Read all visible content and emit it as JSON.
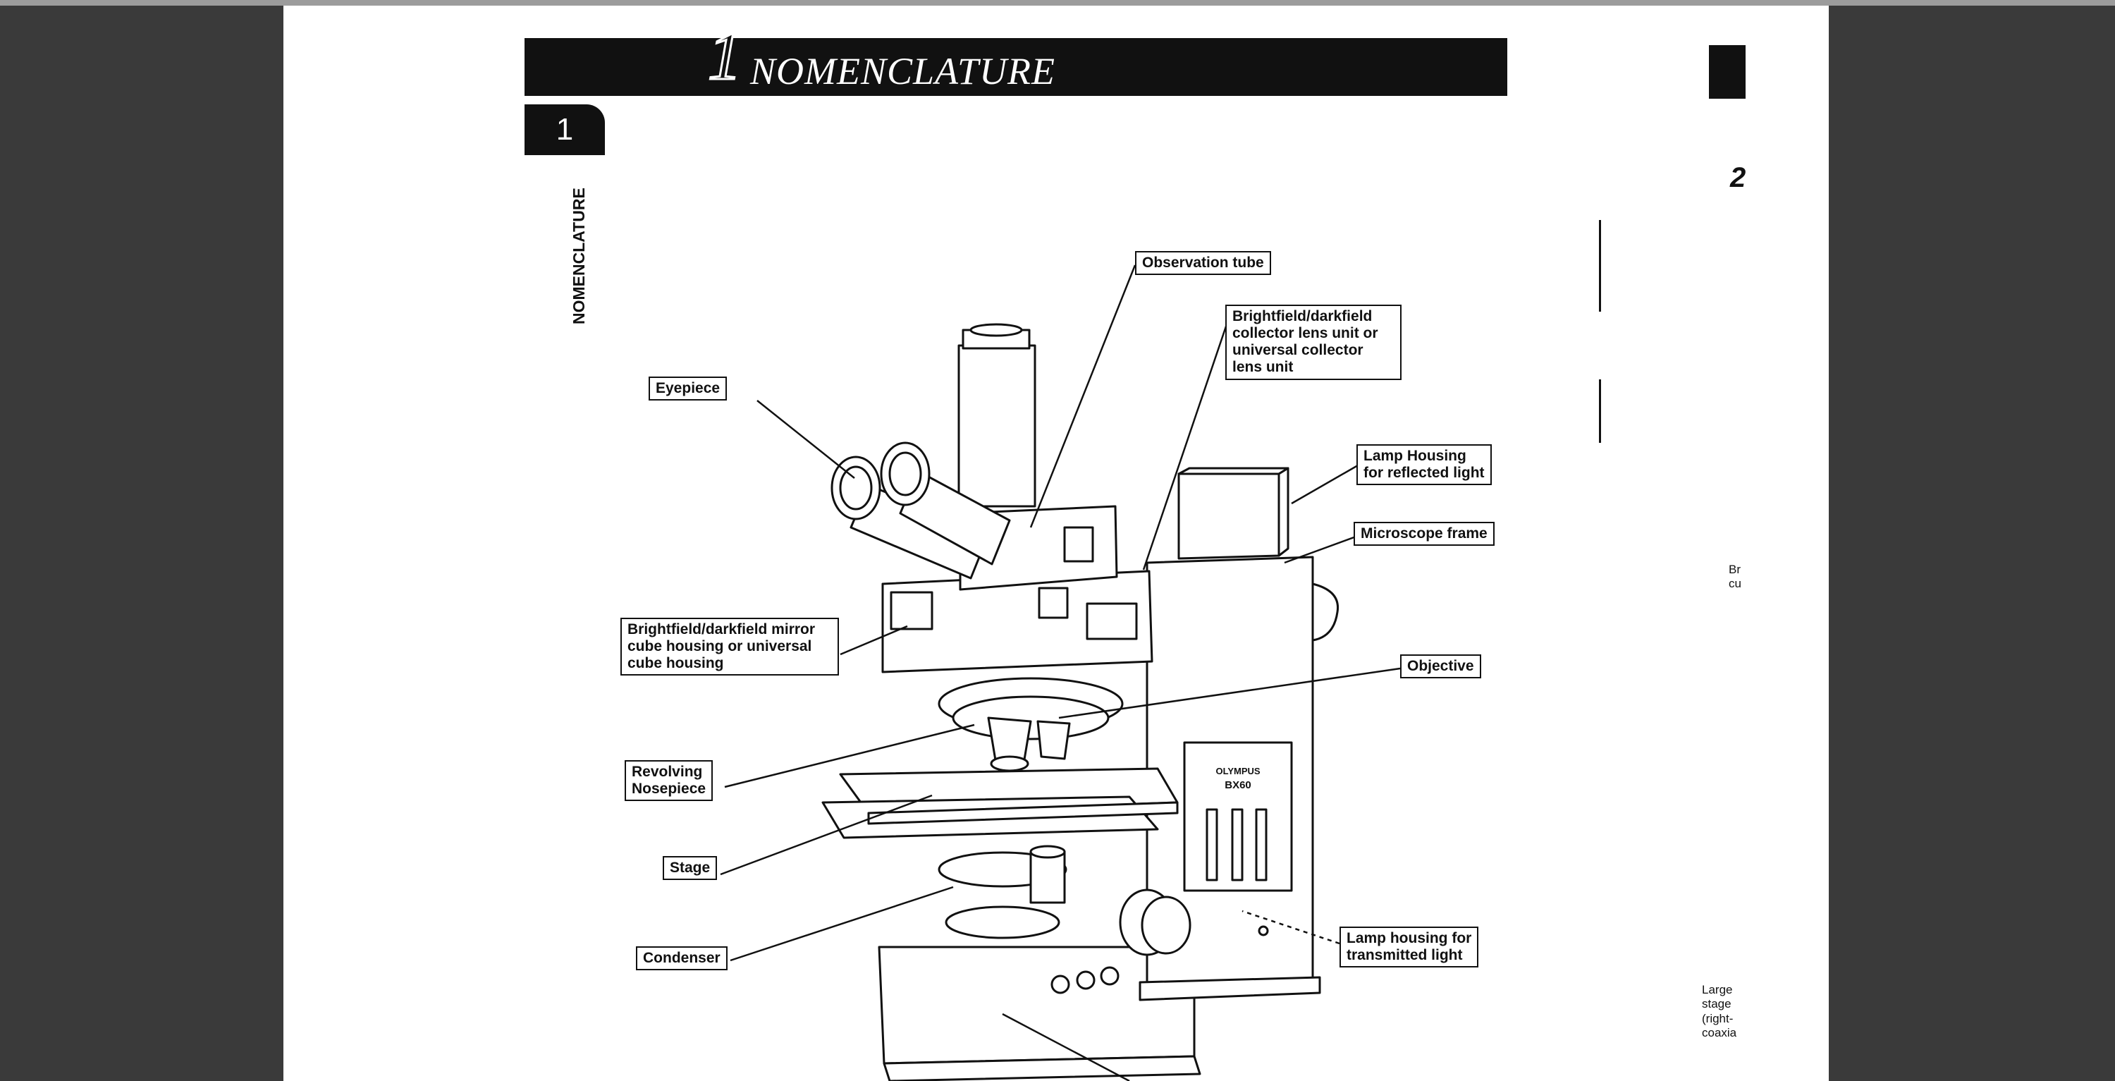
{
  "header": {
    "chapter_number": "1",
    "chapter_title": "NOMENCLATURE"
  },
  "section": {
    "tab_number": "1",
    "vertical_label": "NOMENCLATURE"
  },
  "labels": {
    "observation_tube": "Observation tube",
    "collector_lens": "Brightfield/darkfield\ncollector lens unit or\nuniversal collector\nlens unit",
    "eyepiece": "Eyepiece",
    "lamp_reflected": "Lamp Housing\nfor reflected light",
    "microscope_frame": "Microscope frame",
    "mirror_cube": "Brightfield/darkfield mirror\ncube housing or universal\ncube housing",
    "objective": "Objective",
    "revolving_nosepiece": "Revolving\nNosepiece",
    "stage": "Stage",
    "condenser": "Condenser",
    "lamp_transmitted": "Lamp housing for\ntransmitted light"
  },
  "microscope": {
    "brand_text": "OLYMPUS",
    "model_text": "BX60"
  },
  "right_page": {
    "number_fragment": "2",
    "fragment_a": "Br\ncu",
    "fragment_b": "Large\nstage\n(right-\ncoaxia"
  }
}
